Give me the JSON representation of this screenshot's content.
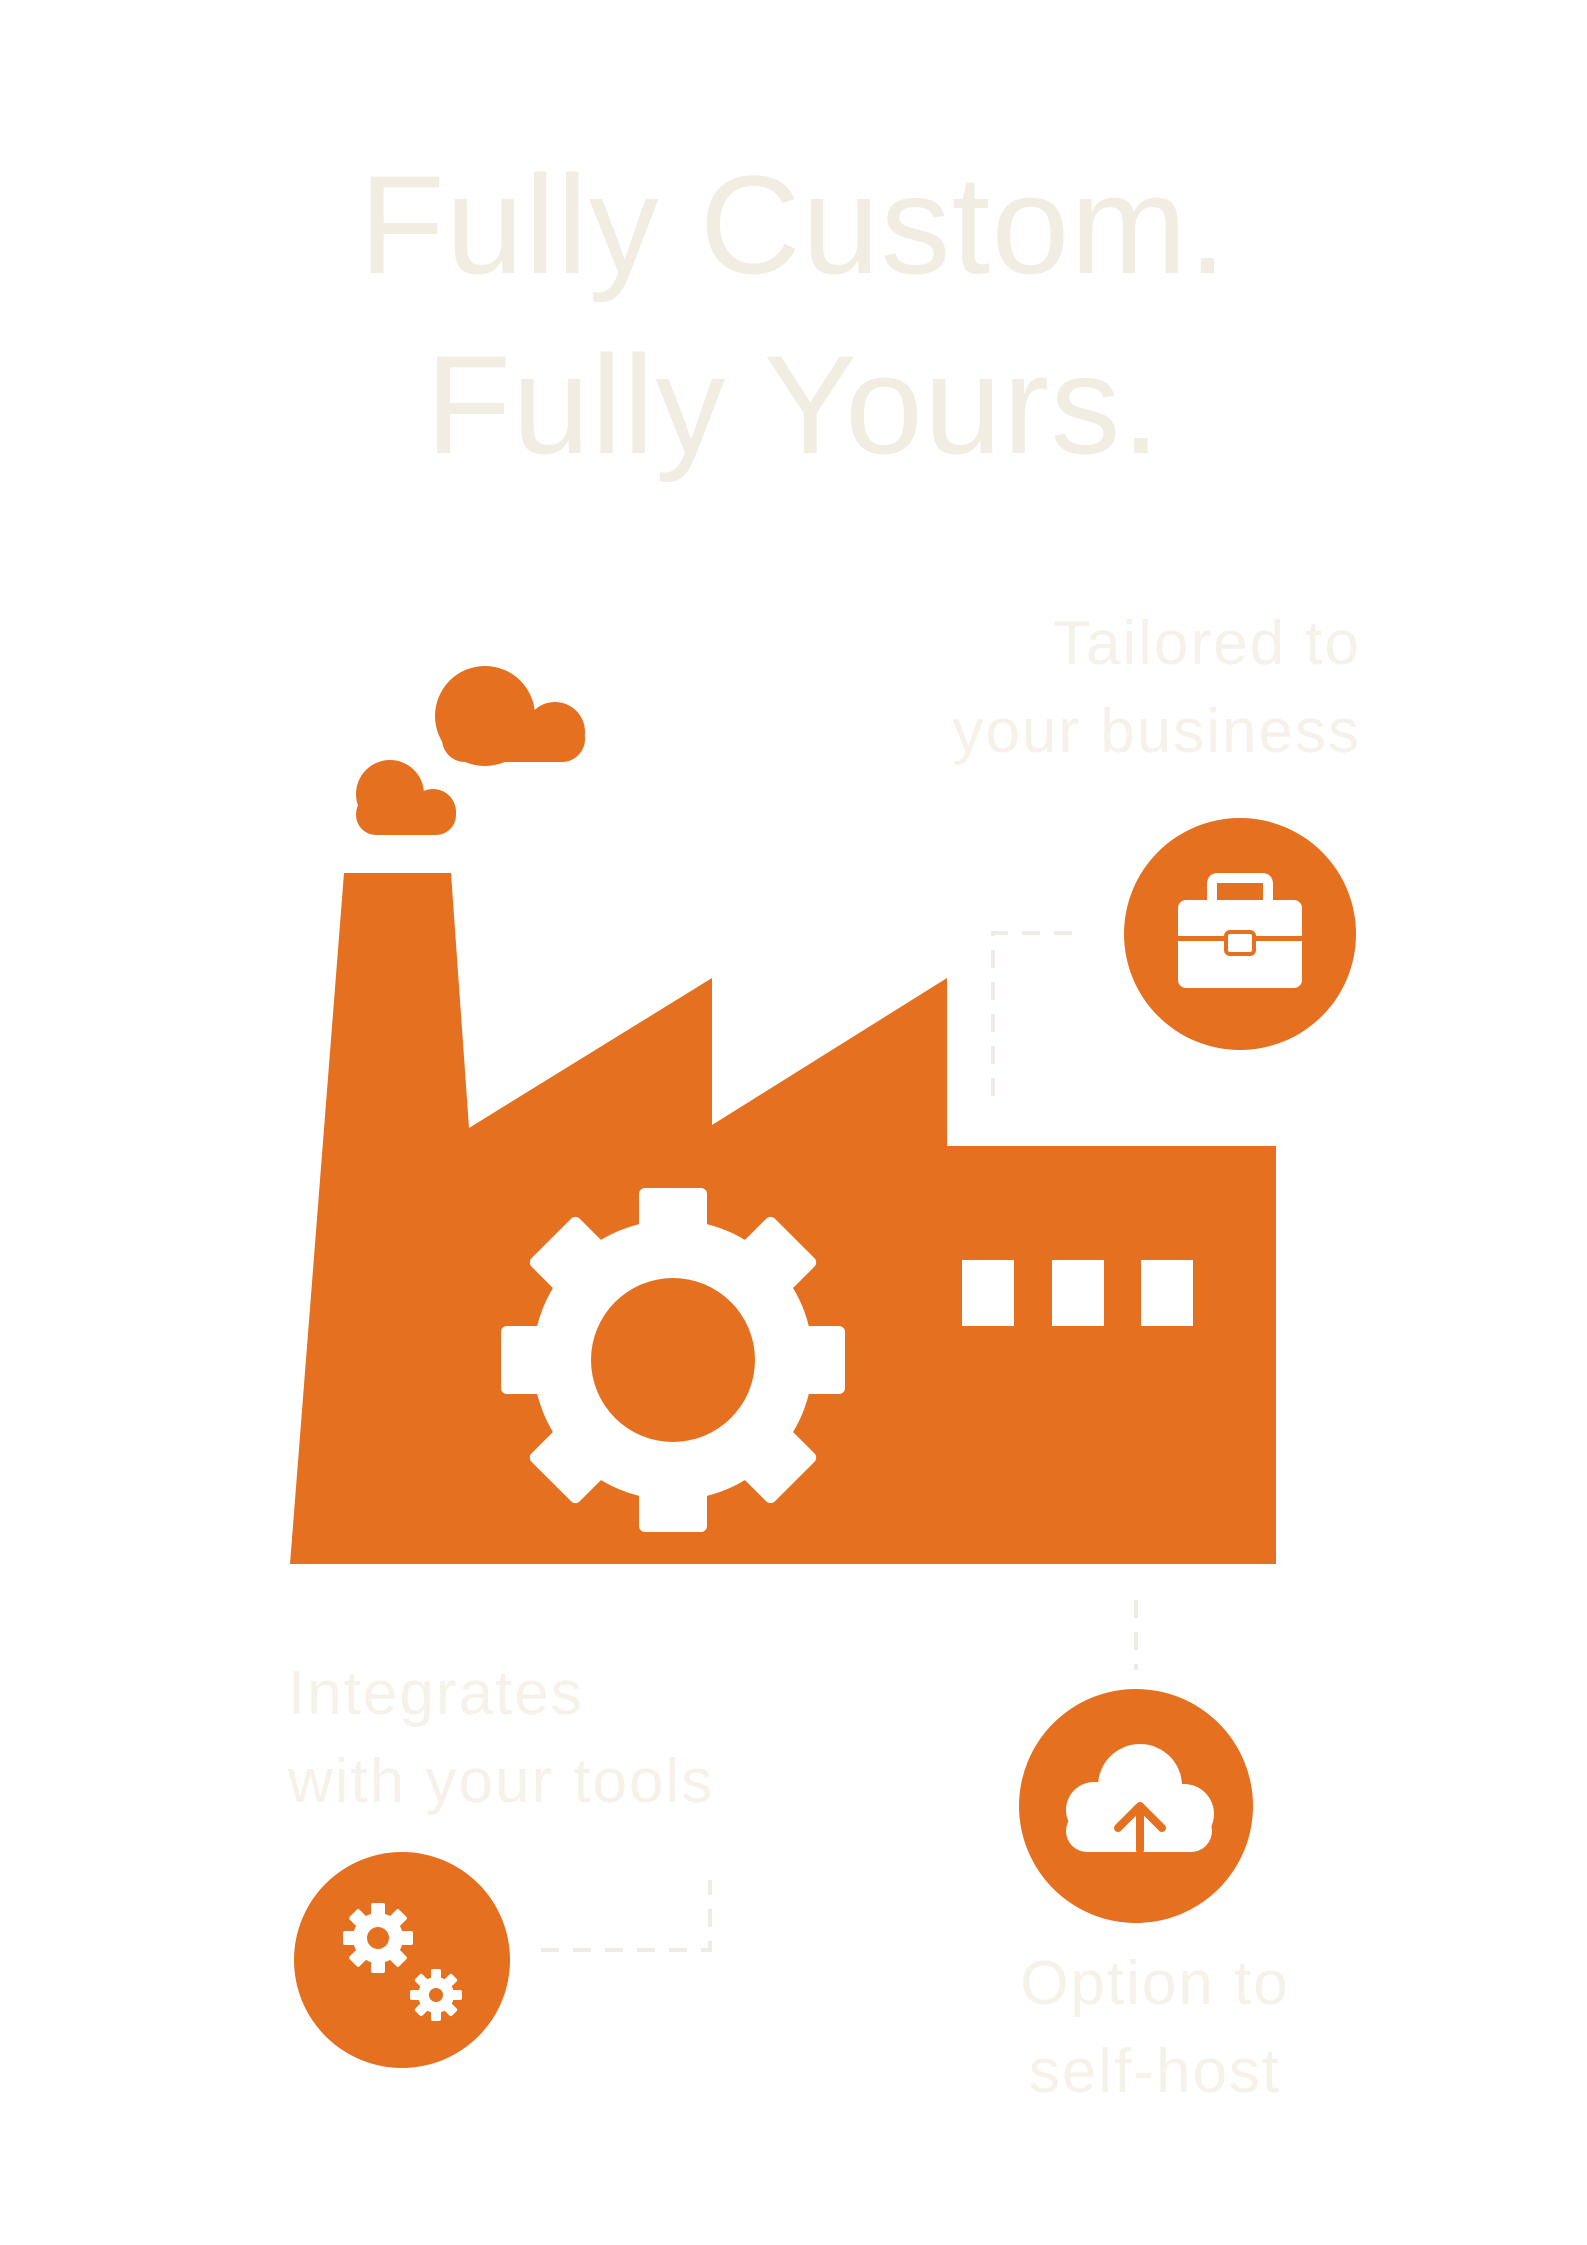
{
  "headline": {
    "line1": "Fully Custom.",
    "line2": "Fully Yours."
  },
  "features": [
    {
      "line1": "Tailored to",
      "line2": "your business",
      "icon": "briefcase-icon"
    },
    {
      "line1": "Integrates",
      "line2": "with your tools",
      "icon": "gears-icon"
    },
    {
      "line1": "Option to",
      "line2": "self-host",
      "icon": "cloud-upload-icon"
    }
  ],
  "illustration": {
    "icon": "factory-icon"
  },
  "colors": {
    "accent": "#e5701f",
    "headline_text": "#f2ede3",
    "label_text": "#f6f2ea",
    "connector": "#f0ece4",
    "background": "#ffffff"
  }
}
